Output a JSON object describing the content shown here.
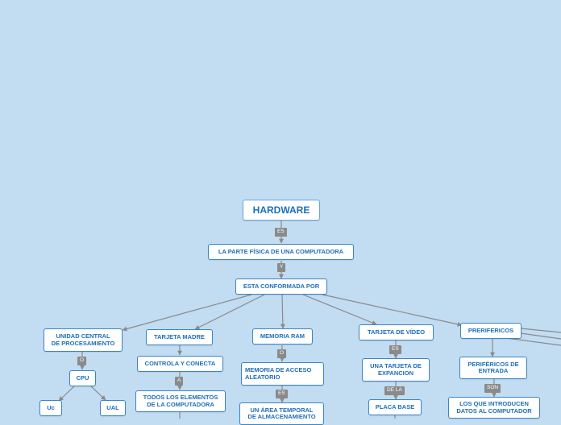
{
  "diagram": {
    "colors": {
      "background": "#c2dcf2",
      "node_border": "#3a86c8",
      "node_text": "#1e6fb8",
      "edge": "#8a8a8a",
      "link_label_bg": "#8a8a8a"
    },
    "nodes": {
      "hardware": "HARDWARE",
      "parte_fisica": "LA PARTE FÍSICA DE UNA COMPUTADORA",
      "conformada": "ESTA CONFORMADA POR",
      "ucp": "UNIDAD CENTRAL\nDE PROCESAMIENTO",
      "cpu": "CPU",
      "uc": "Uc",
      "ual": "UAL",
      "tarjeta_madre": "TARJETA MADRE",
      "controla": "CONTROLA Y CONECTA",
      "todos": "TODOS LOS ELEMENTOS\nDE LA COMPUTADORA",
      "memoria_ram": "MEMORIA RAM",
      "memoria_acceso": "MEMORIA DE ACCESO\nALEATORIO",
      "area_temporal": "UN ÁREA TEMPORAL\nDE ALMACENAMIENTO",
      "tarjeta_video": "TARJETA DE VÍDEO",
      "una_tarjeta": "UNA TARJETA DE\nEXPANCION",
      "placa_base": "PLACA BASE",
      "perifericos": "PRERIFERICOS",
      "perifericos_entrada": "PERIFÉRICOS DE\nENTRADA",
      "introducen": "LOS QUE INTRODUCEN\nDATOS AL COMPUTADOR"
    },
    "link_labels": {
      "es_1": "ES",
      "y": "Y",
      "o_cpu": "O",
      "a": "A",
      "o_ram": "O",
      "es_ram": "ES",
      "es_video": "ES",
      "de_la": "DE LA",
      "son": "SON"
    }
  }
}
